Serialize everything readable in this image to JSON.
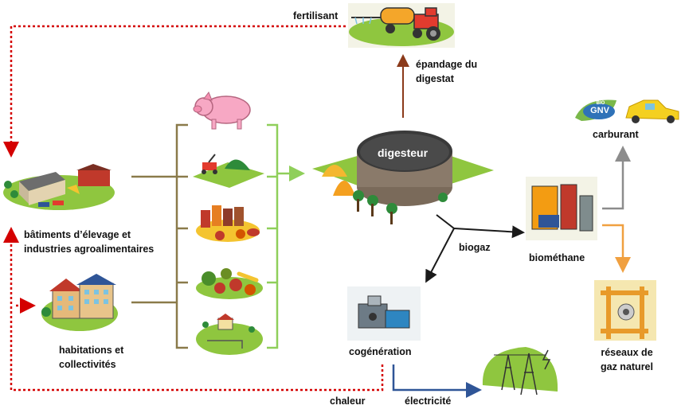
{
  "labels": {
    "fertilisant": "fertilisant",
    "epandage_line1": "épandage du",
    "epandage_line2": "digestat",
    "digesteur": "digesteur",
    "batiments_line1": "bâtiments d’élevage et",
    "batiments_line2": "industries agroalimentaires",
    "habitations_line1": "habitations et",
    "habitations_line2": "collectivités",
    "biogaz": "biogaz",
    "biomethane": "biométhane",
    "carburant": "carburant",
    "cogeneration": "cogénération",
    "chaleur": "chaleur",
    "electricite": "électricité",
    "reseaux_line1": "réseaux de",
    "reseaux_line2": "gaz naturel",
    "gnv_badge_top": "BIO",
    "gnv_badge_main": "GNV"
  },
  "colors": {
    "fertilisant_arrow": "#d40000",
    "epandage_arrow": "#8b3a1a",
    "input_bracket": "#8a7a4a",
    "output_bracket": "#8fcf5a",
    "biogaz_arrow": "#1a1a1a",
    "carburant_arrow": "#8c8c8c",
    "reseaux_arrow": "#f0a040",
    "electricite_arrow": "#2f5597",
    "chaleur_arrow": "#d40000"
  }
}
